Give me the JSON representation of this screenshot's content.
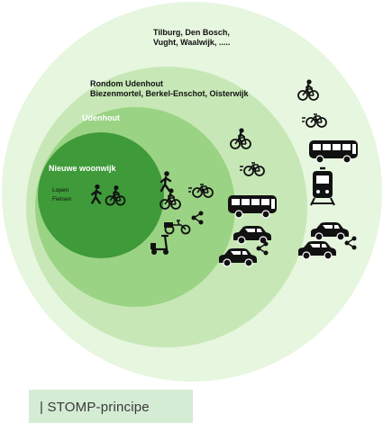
{
  "colors": {
    "ring_outer": "#e7f6df",
    "ring_3": "#c7e8b6",
    "ring_2": "#9bd384",
    "ring_inner": "#3f9a3a",
    "icon": "#111111",
    "caption_bg": "#d4ebd4"
  },
  "rings": {
    "outer": {
      "label_line1": "Tilburg, Den Bosch,",
      "label_line2": "Vught, Waalwijk, ....."
    },
    "region": {
      "label_line1": "Rondom Udenhout",
      "label_line2": "Biezenmortel, Berkel-Enschot, Oisterwijk"
    },
    "town": {
      "label": "Udenhout"
    },
    "core": {
      "label": "Nieuwe woonwijk",
      "mode_1": "Lopen",
      "mode_2": "Fietsen"
    }
  },
  "icons": {
    "core": [
      "walker-icon",
      "bicycle-icon"
    ],
    "town": [
      "walker-icon",
      "bicycle-icon",
      "e-bike-icon",
      "cargo-bike-icon",
      "scooter-icon",
      "share-icon"
    ],
    "region": [
      "bicycle-icon",
      "e-bike-icon",
      "bus-icon",
      "car-icon",
      "share-icon",
      "car-icon"
    ],
    "outer": [
      "bicycle-icon",
      "e-bike-icon",
      "bus-icon",
      "train-icon",
      "car-icon",
      "share-icon",
      "car-icon",
      "share-icon"
    ]
  },
  "caption": {
    "text": "| STOMP-principe"
  }
}
